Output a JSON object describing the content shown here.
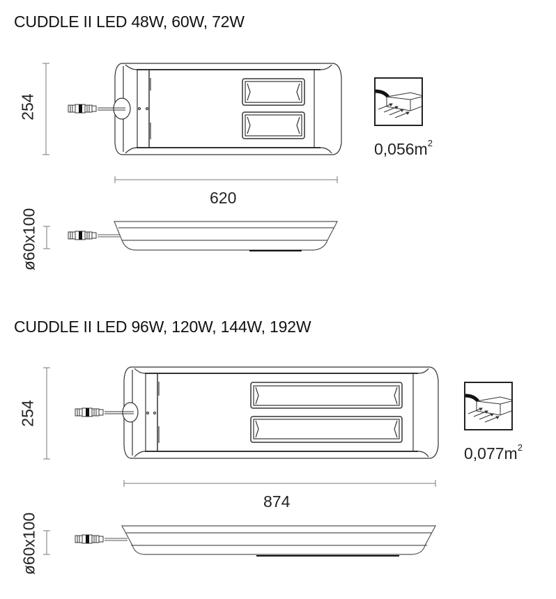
{
  "sections": [
    {
      "title": "CUDDLE II LED 48W, 60W, 72W",
      "height_dimension": "254",
      "length_dimension": "620",
      "mounting_dimension": "ø60x100",
      "area_value": "0,056m",
      "area_unit_exponent": "2",
      "icons": {
        "top_view": "luminaire-top-view-icon",
        "side_view": "luminaire-side-view-icon",
        "connector": "connector-plug-icon",
        "area": "wind-surface-area-icon"
      }
    },
    {
      "title": "CUDDLE II LED 96W, 120W, 144W, 192W",
      "height_dimension": "254",
      "length_dimension": "874",
      "mounting_dimension": "ø60x100",
      "area_value": "0,077m",
      "area_unit_exponent": "2",
      "icons": {
        "top_view": "luminaire-top-view-icon",
        "side_view": "luminaire-side-view-icon",
        "connector": "connector-plug-icon",
        "area": "wind-surface-area-icon"
      }
    }
  ],
  "colors": {
    "line": "#222222",
    "dimension_line": "#777777",
    "background": "#ffffff"
  }
}
